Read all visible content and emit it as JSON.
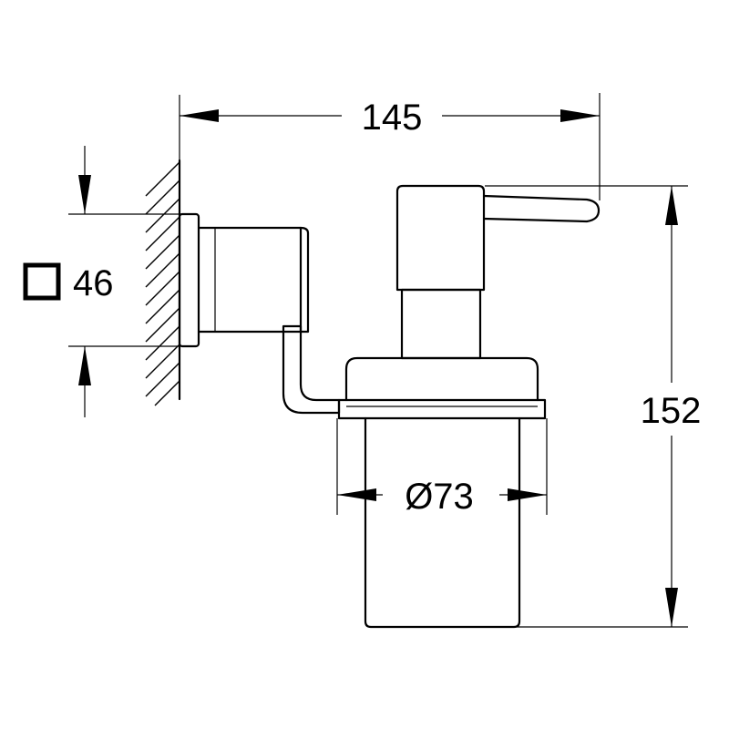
{
  "dimensions": {
    "width_total": "145",
    "height_total": "152",
    "diameter": "Ø73",
    "mount_size": "46"
  },
  "icons": {
    "mount_shape": "square-symbol-icon"
  }
}
